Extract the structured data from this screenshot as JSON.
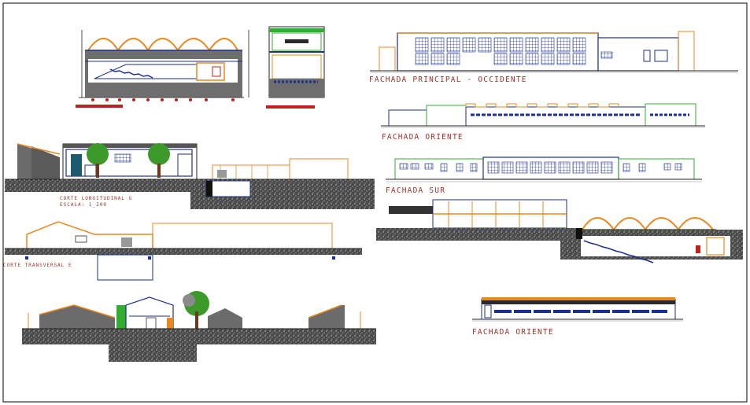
{
  "labels": {
    "fachada_principal": "FACHADA PRINCIPAL - OCCIDENTE",
    "fachada_oriente_1": "FACHADA ORIENTE",
    "fachada_sur": "FACHADA SUR",
    "corte_longitudinal": "CORTE LONGITUDINAL G",
    "escala": "ESCALA: 1_200",
    "corte_transversal": "CORTE TRANSVERSAL E",
    "fachada_oriente_2": "FACHADA ORIENTE"
  },
  "colors": {
    "orange": "#e8891f",
    "blue": "#1b2f8f",
    "green": "#2fae2f",
    "dark": "#2a2a2a",
    "gray": "#7a7a7a",
    "ground": "#555555",
    "red": "#c0201e",
    "label": "#a0302a",
    "tree": "#3c9a2a"
  }
}
